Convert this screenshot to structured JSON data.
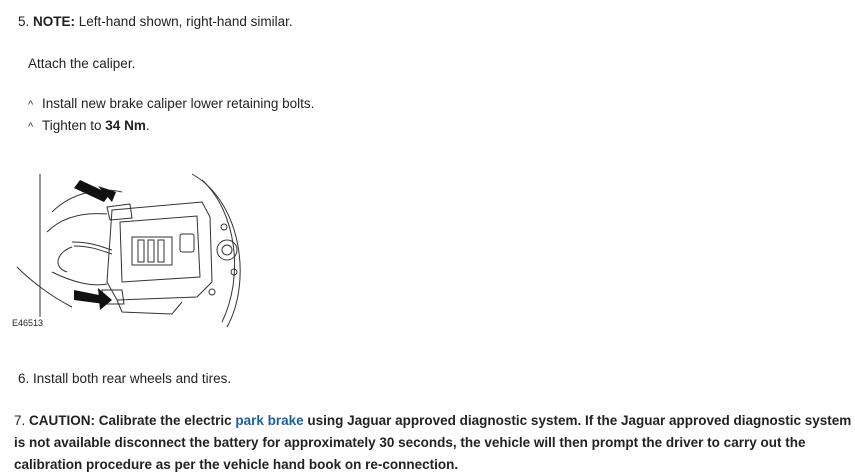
{
  "step5": {
    "number": "5.",
    "note_label": "NOTE:",
    "note_text": " Left-hand shown, right-hand similar.",
    "instruction": "Attach the caliper.",
    "bullets": [
      {
        "text": "Install new brake caliper lower retaining bolts."
      },
      {
        "prefix": "Tighten to ",
        "value": "34 Nm",
        "suffix": "."
      }
    ],
    "bullet_glyph": "^",
    "figure_label": "E46513"
  },
  "step6": {
    "number": "6.",
    "text": "Install both rear wheels and tires."
  },
  "step7": {
    "number": "7.",
    "caution_label": "CAUTION:",
    "text_before_link": " Calibrate the electric ",
    "link_text": "park brake",
    "text_after_link": " using Jaguar approved diagnostic system. If the Jaguar approved diagnostic system is not available disconnect the battery for approximately 30 seconds, the vehicle will then prompt the driver to carry out the calibration procedure as per the vehicle hand book on re-connection."
  },
  "colors": {
    "link": "#1a5fa8",
    "text": "#222222"
  }
}
